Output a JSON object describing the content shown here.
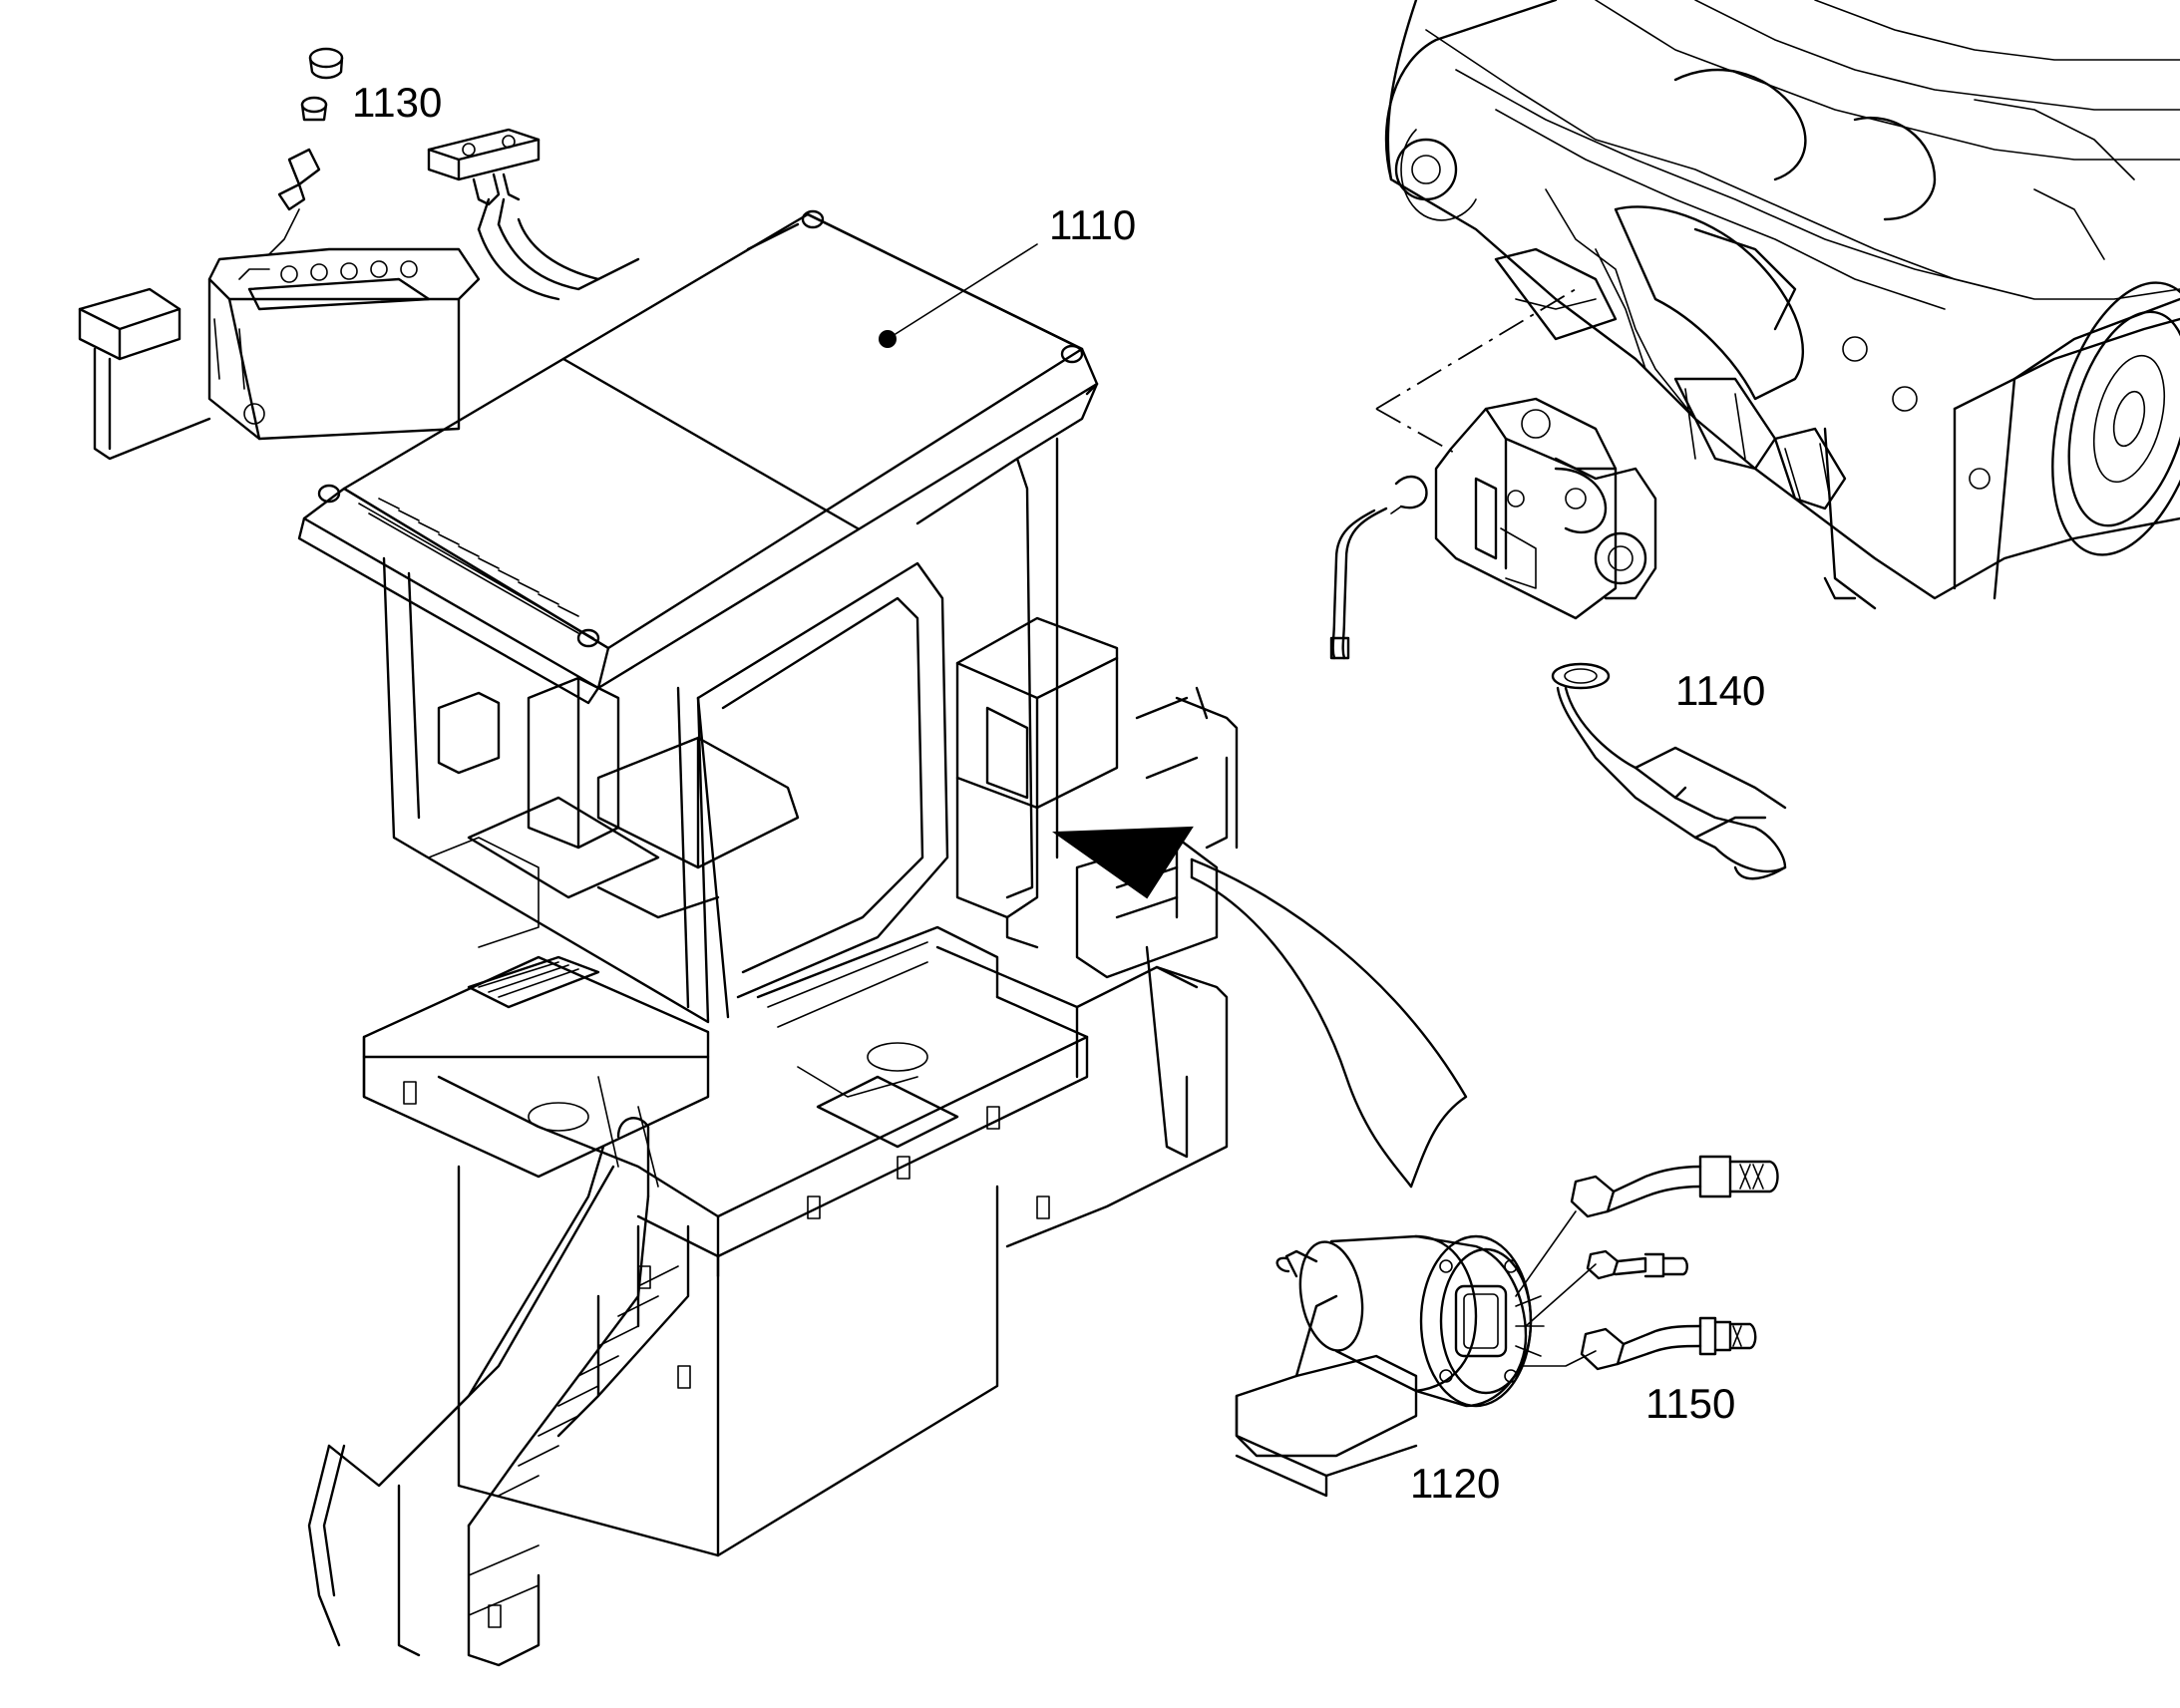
{
  "diagram": {
    "callouts": [
      {
        "id": "c1110",
        "label": "1110"
      },
      {
        "id": "c1130",
        "label": "1130"
      },
      {
        "id": "c1140",
        "label": "1140"
      },
      {
        "id": "c1150",
        "label": "1150"
      },
      {
        "id": "c1120",
        "label": "1120"
      }
    ]
  }
}
